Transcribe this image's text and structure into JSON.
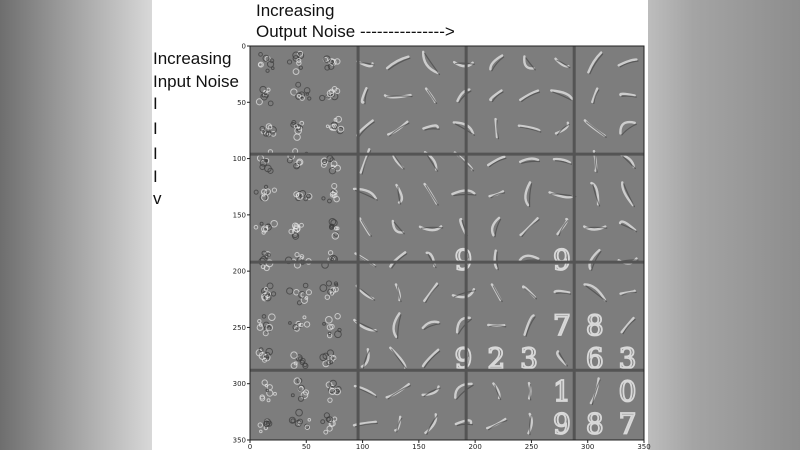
{
  "labels": {
    "output_line1": "Increasing",
    "output_line2": "Output Noise --------------->",
    "input_line1": "Increasing",
    "input_line2": "Input Noise",
    "arrow_chars": [
      "I",
      "I",
      "I",
      "I",
      "v"
    ]
  },
  "chart_data": {
    "type": "heatmap",
    "title": "",
    "xlabel": "",
    "ylabel": "",
    "xlim": [
      0,
      350
    ],
    "ylim": [
      350,
      0
    ],
    "x_ticks": [
      0,
      50,
      100,
      150,
      200,
      250,
      300,
      350
    ],
    "y_ticks": [
      0,
      50,
      100,
      150,
      200,
      250,
      300,
      350
    ],
    "grid_rows": 4,
    "grid_cols": 4,
    "cells_per_panel": [
      3,
      3
    ],
    "panel_separators": [
      96,
      192,
      288
    ],
    "digits": [
      [
        "",
        "",
        "",
        "",
        "",
        "",
        "",
        "",
        "",
        "",
        "",
        ""
      ],
      [
        "",
        "",
        "",
        "",
        "",
        "",
        "",
        "",
        "",
        "",
        "",
        ""
      ],
      [
        "",
        "",
        "",
        "",
        "",
        "",
        "",
        "",
        "",
        "",
        "",
        ""
      ],
      [
        "",
        "",
        "",
        "",
        "",
        "",
        "",
        "",
        "",
        "",
        "",
        ""
      ],
      [
        "",
        "",
        "",
        "",
        "",
        "",
        "",
        "",
        "",
        "",
        "",
        ""
      ],
      [
        "",
        "",
        "",
        "",
        "",
        "",
        "",
        "",
        "",
        "",
        "",
        ""
      ],
      [
        "",
        "",
        "",
        "",
        "",
        "",
        "9",
        "",
        "",
        "9",
        "",
        ""
      ],
      [
        "",
        "",
        "",
        "",
        "",
        "",
        "",
        "",
        "",
        "",
        "",
        ""
      ],
      [
        "",
        "",
        "",
        "",
        "",
        "",
        "",
        "",
        "",
        "7",
        "8",
        ""
      ],
      [
        "",
        "",
        "",
        "",
        "",
        "",
        "9",
        "2",
        "3",
        "",
        "6",
        "3"
      ],
      [
        "",
        "",
        "",
        "",
        "",
        "",
        "",
        "",
        "",
        "1",
        "",
        "0"
      ],
      [
        "",
        "",
        "",
        "",
        "",
        "",
        "",
        "",
        "",
        "9",
        "8",
        "7"
      ]
    ],
    "colors": {
      "background": "#7d7d7d",
      "separator": "#545454",
      "stroke_light": "#e8e8e8",
      "stroke_dark": "#3a3a3a"
    }
  }
}
